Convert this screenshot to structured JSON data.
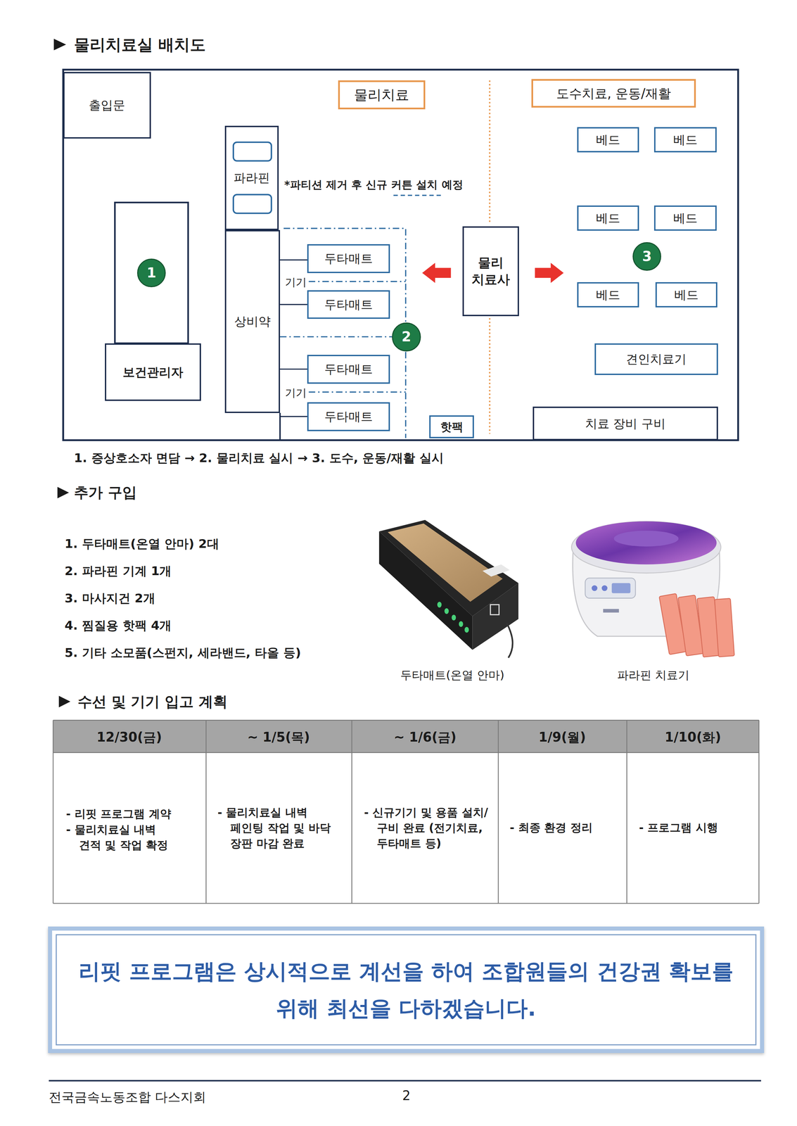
{
  "diagram": {
    "title": "물리치료실 배치도",
    "caption": "1. 증상호소자 면담 → 2. 물리치료 실시 → 3. 도수, 운동/재활 실시",
    "nodes": [
      {
        "text": [
          "출입문"
        ]
      },
      {
        "text": [
          "물리치료"
        ]
      },
      {
        "text": [
          "도수치료, 운동/재활"
        ]
      },
      {
        "text": [
          "베드"
        ]
      },
      {
        "text": [
          "베드"
        ]
      },
      {
        "text": [
          "파라핀"
        ]
      },
      {
        "text": [
          "베드"
        ]
      },
      {
        "text": [
          "베드"
        ]
      },
      {
        "text": [
          "상비약"
        ]
      },
      {
        "text": [
          "두타매트"
        ]
      },
      {
        "text": [
          "두타매트"
        ]
      },
      {
        "text": [
          "물리 치료사"
        ]
      },
      {
        "text": [
          "1"
        ]
      },
      {
        "text": [
          "3"
        ]
      },
      {
        "text": [
          "베드"
        ]
      },
      {
        "text": [
          "베드"
        ]
      },
      {
        "text": [
          "2"
        ]
      },
      {
        "text": [
          "보건관리자"
        ]
      },
      {
        "text": [
          "견인치료기"
        ]
      },
      {
        "text": [
          "두타매트"
        ]
      },
      {
        "text": [
          "두타매트"
        ]
      },
      {
        "text": [
          "핫팩"
        ]
      },
      {
        "text": [
          "치료 장비 구비"
        ]
      },
      {
        "text": [
          "리핏 프로그램은 상시적으로 계선을 하여 조합원들의 건강권 확보를 위해 최선을 다하겠습니다."
        ]
      }
    ],
    "labels": [
      "*파티션 제거 후 신규 커튼 설치 예정",
      "기기",
      "기기",
      "추가 구입",
      "1. 두타매트(온열 안마) 2대",
      "2. 파라핀 기계 1개",
      "3. 마사지건 2개",
      "4. 찜질용 핫팩 4개",
      "5. 기타 소모품(스펀지, 세라밴드, 타올 등)",
      "두타매트(온열 안마)",
      "파라핀 치료기",
      "수선 및 기기 입고 계획",
      "12/30(금)",
      "~ 1/5(목)",
      "~ 1/6(금)",
      "1/9(월)",
      "1/10(화)",
      "- 리핏 프로그램 계약",
      "- 물리치료실 내벽 견적 및 작업 확정",
      "- 물리치료실 내벽 페인팅 작업 및 바닥 장판 마감 완료",
      "- 신규기기 및 용품 설치/구비 완료 (전기치료,두타매트 등)",
      "- 최종 환경 정리",
      "- 프로그램 시행",
      "전국금속노동조합 다스지회",
      "2"
    ]
  }
}
